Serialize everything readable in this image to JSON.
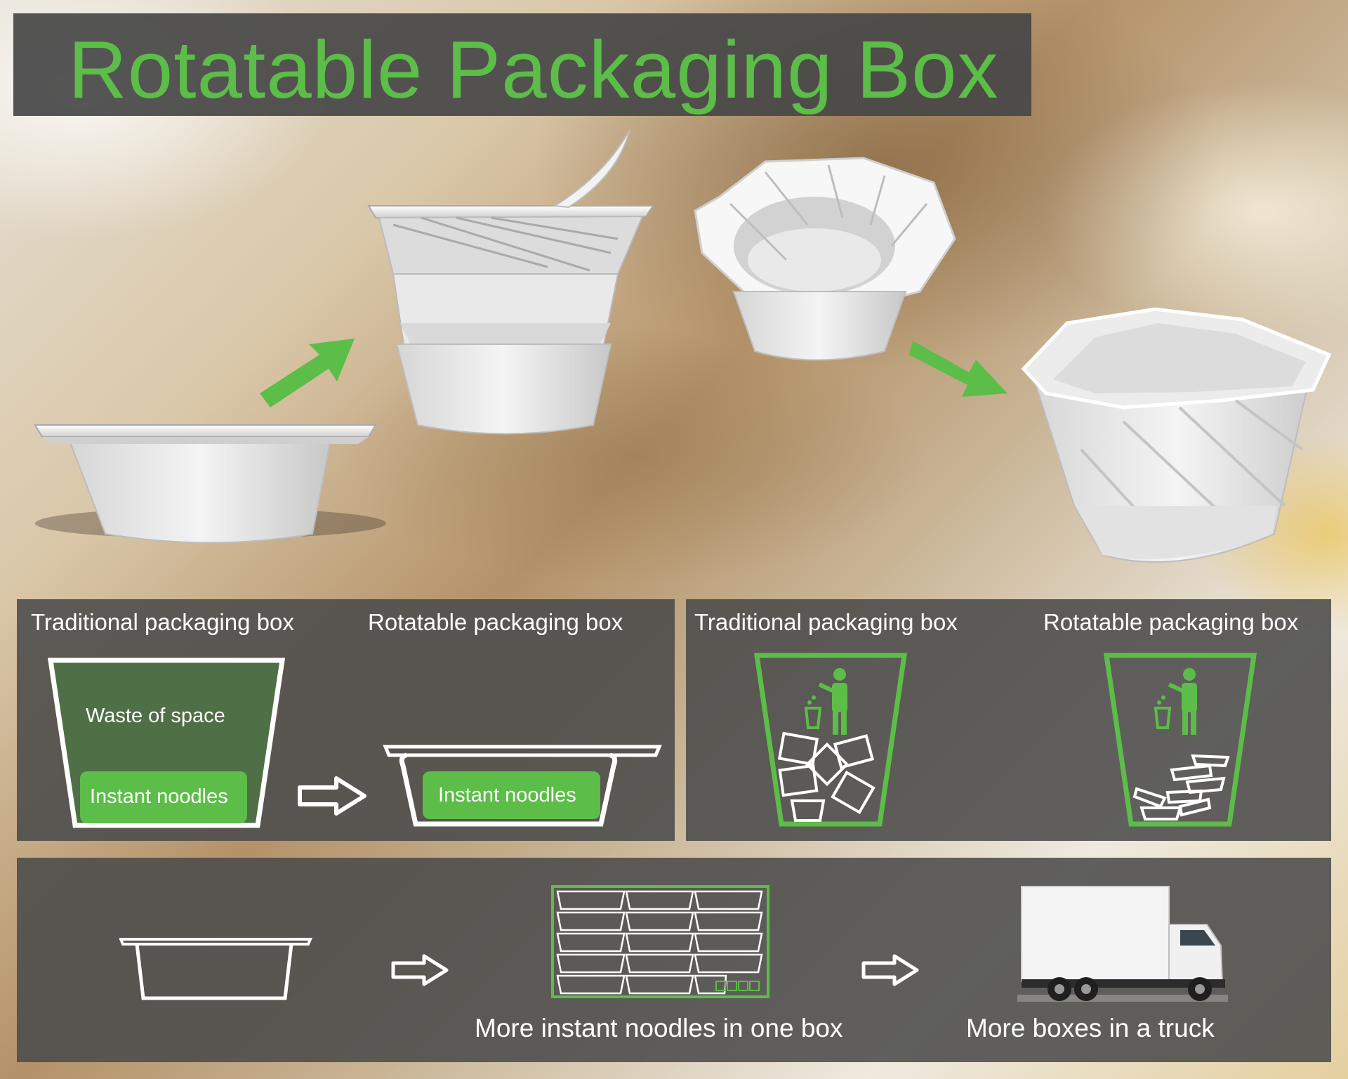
{
  "title": "Rotatable Packaging Box",
  "colors": {
    "accent_green": "#5cbd48",
    "panel_gray": "#4b4b4b",
    "outline_white": "#ffffff"
  },
  "panel_space": {
    "left_label": "Traditional packaging box",
    "right_label": "Rotatable packaging box",
    "waste_label": "Waste of space",
    "noodles_label_left": "Instant noodles",
    "noodles_label_right": "Instant noodles"
  },
  "panel_trash": {
    "left_label": "Traditional packaging box",
    "right_label": "Rotatable packaging box"
  },
  "panel_transport": {
    "caption_box": "More instant noodles in one box",
    "caption_truck": "More boxes  in a truck"
  },
  "icons": [
    "green-arrow-icon",
    "outline-arrow-icon",
    "trash-bin-icon",
    "person-throwing-trash-icon",
    "truck-icon",
    "carton-box-icon"
  ]
}
